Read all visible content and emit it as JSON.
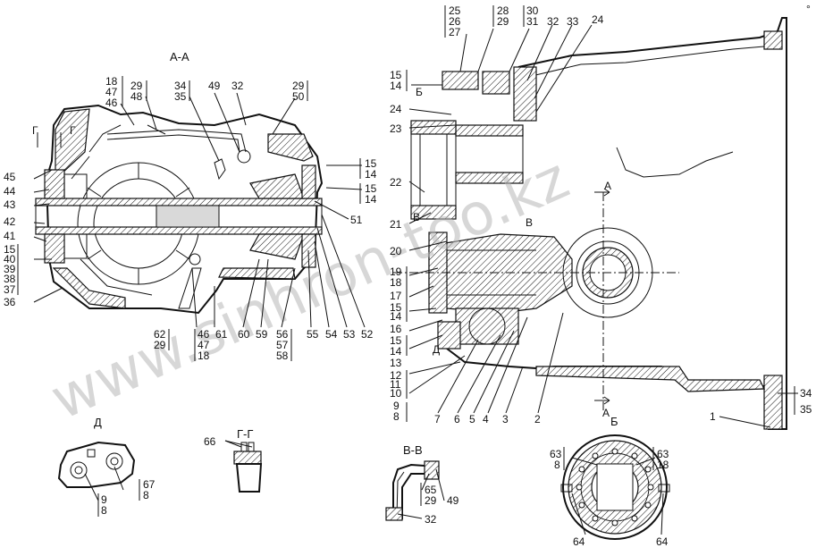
{
  "sections": {
    "aa": "А-А",
    "d": "Д",
    "gg": "Г-Г",
    "vv": "В-В",
    "b": "Б"
  },
  "markers": {
    "g1": "Г",
    "g2": "Г",
    "b_arrow": "Б",
    "a_top": "А",
    "a_bottom": "А",
    "v1": "В",
    "v2": "В",
    "d_arrow": "Д"
  },
  "watermark": "www.sinhron-too.kz",
  "corner_mark": "°",
  "labels": {
    "aa_18": "18",
    "aa_47": "47",
    "aa_46": "46",
    "aa_29": "29",
    "aa_48": "48",
    "aa_34": "34",
    "aa_35": "35",
    "aa_49": "49",
    "aa_32": "32",
    "aa_29b": "29",
    "aa_50": "50",
    "aa_15a": "15",
    "aa_14a": "14",
    "aa_15b": "15",
    "aa_14b": "14",
    "aa_51": "51",
    "aa_45": "45",
    "aa_44": "44",
    "aa_43": "43",
    "aa_42": "42",
    "aa_41": "41",
    "aa_15c": "15",
    "aa_40": "40",
    "aa_39": "39",
    "aa_38": "38",
    "aa_37": "37",
    "aa_36": "36",
    "aa_62": "62",
    "aa_29c": "29",
    "aa_46b": "46",
    "aa_47b": "47",
    "aa_18b": "18",
    "aa_61": "61",
    "aa_60": "60",
    "aa_59": "59",
    "aa_56": "56",
    "aa_57": "57",
    "aa_58": "58",
    "aa_55": "55",
    "aa_54": "54",
    "aa_53": "53",
    "aa_52": "52",
    "m_25": "25",
    "m_26": "26",
    "m_27": "27",
    "m_28": "28",
    "m_29": "29",
    "m_30": "30",
    "m_31": "31",
    "m_32": "32",
    "m_33": "33",
    "m_24": "24",
    "m_15a": "15",
    "m_14a": "14",
    "m_24b": "24",
    "m_23": "23",
    "m_22": "22",
    "m_21": "21",
    "m_20": "20",
    "m_19": "19",
    "m_18": "18",
    "m_17": "17",
    "m_15b": "15",
    "m_14b": "14",
    "m_16": "16",
    "m_15c": "15",
    "m_14c": "14",
    "m_13": "13",
    "m_12": "12",
    "m_11": "11",
    "m_10": "10",
    "m_9": "9",
    "m_8": "8",
    "m_7": "7",
    "m_6": "6",
    "m_5": "5",
    "m_4": "4",
    "m_3": "3",
    "m_2": "2",
    "m_1": "1",
    "m_34": "34",
    "m_35": "35",
    "d_67": "67",
    "d_8a": "8",
    "d_9": "9",
    "d_8b": "8",
    "g_66": "66",
    "v_65": "65",
    "v_29": "29",
    "v_49": "49",
    "v_32": "32",
    "b_63a": "63",
    "b_8a": "8",
    "b_63b": "63",
    "b_18": "18",
    "b_64a": "64",
    "b_64b": "64"
  }
}
